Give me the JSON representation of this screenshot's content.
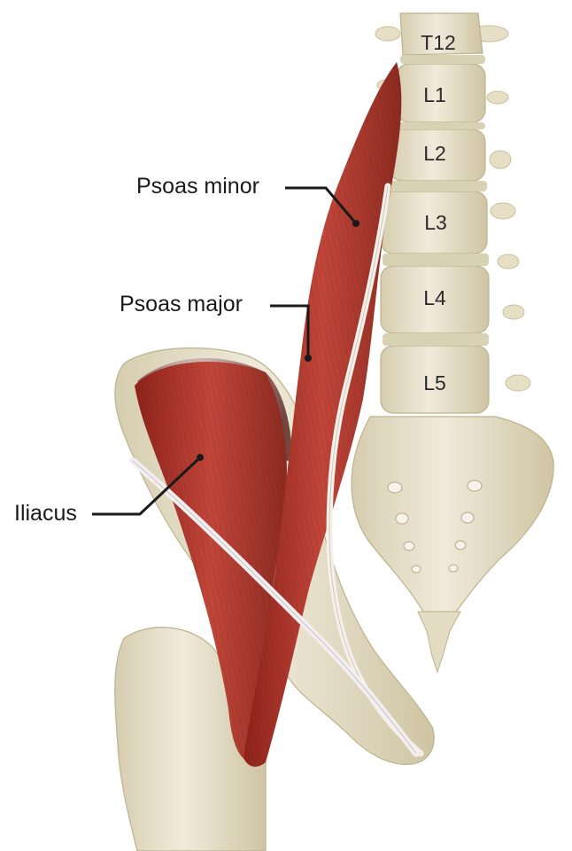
{
  "labels": {
    "psoas_minor": "Psoas minor",
    "psoas_major": "Psoas major",
    "iliacus": "Iliacus"
  },
  "vertebrae": [
    "T12",
    "L1",
    "L2",
    "L3",
    "L4",
    "L5"
  ],
  "colors": {
    "bone": "#ebe4cc",
    "bone_shade": "#cfc6a6",
    "muscle": "#b3382c",
    "muscle_dark": "#7e1f18",
    "tendon": "#f2eee8",
    "leader_line": "#1a1a1a"
  }
}
